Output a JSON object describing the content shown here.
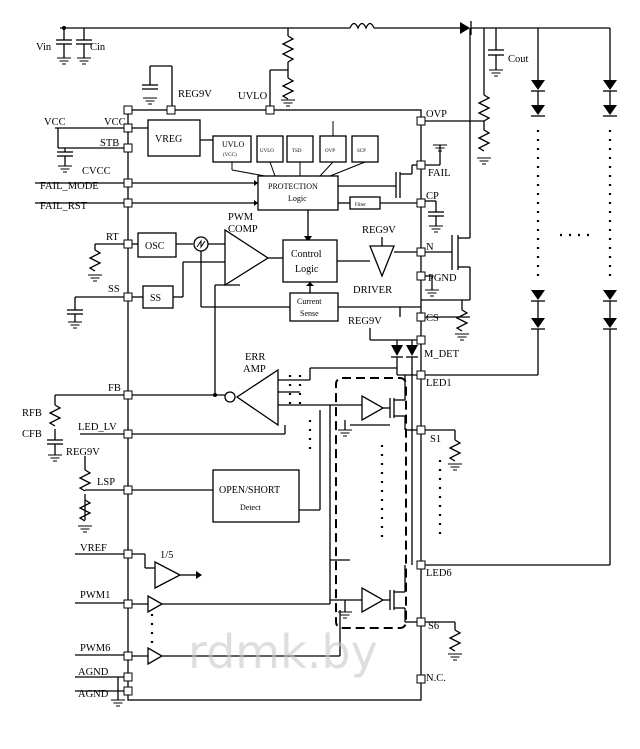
{
  "left_pins": {
    "vin": "Vin",
    "cin": "Cin",
    "vcc_ext": "VCC",
    "vcc": "VCC",
    "stb": "STB",
    "cvcc": "CVCC",
    "fail_mode": "FAIL_MODE",
    "fail_rst": "FAIL_RST",
    "rt": "RT",
    "ss": "SS",
    "fb": "FB",
    "rfb": "RFB",
    "cfb": "CFB",
    "led_lv": "LED_LV",
    "reg9v": "REG9V",
    "lsp": "LSP",
    "vref": "VREF",
    "pwm1": "PWM1",
    "pwm6": "PWM6",
    "agnd1": "AGND",
    "agnd2": "AGND"
  },
  "right_pins": {
    "ovp": "OVP",
    "fail": "FAIL",
    "cp": "CP",
    "n": "N",
    "pgnd": "PGND",
    "cs": "CS",
    "m_det": "M_DET",
    "led1": "LED1",
    "s1": "S1",
    "led6": "LED6",
    "s6": "S6",
    "nc": "N.C."
  },
  "top": {
    "reg9v": "REG9V",
    "uvlo": "UVLO",
    "cout": "Cout"
  },
  "blocks": {
    "vreg": "VREG",
    "uvlo_vcc_1": "UVLO",
    "uvlo_vcc_2": "(VCC)",
    "uvlo": "UVLO",
    "tsd": "TSD",
    "ovp": "OVP",
    "scp": "SCP",
    "protection_1": "PROTECTION",
    "protection_2": "Logic",
    "filter": "Filter",
    "osc": "OSC",
    "ss": "SS",
    "pwm_comp_1": "PWM",
    "pwm_comp_2": "COMP",
    "control_1": "Control",
    "control_2": "Logic",
    "current_sense_1": "Current",
    "current_sense_2": "Sense",
    "driver": "DRIVER",
    "reg9v_driver": "REG9V",
    "reg9v_mdet": "REG9V",
    "err_amp_1": "ERR",
    "err_amp_2": "AMP",
    "open_short_1": "OPEN/SHORT",
    "open_short_2": "Detect",
    "ratio": "1/5"
  },
  "watermark": "rdmk.by"
}
